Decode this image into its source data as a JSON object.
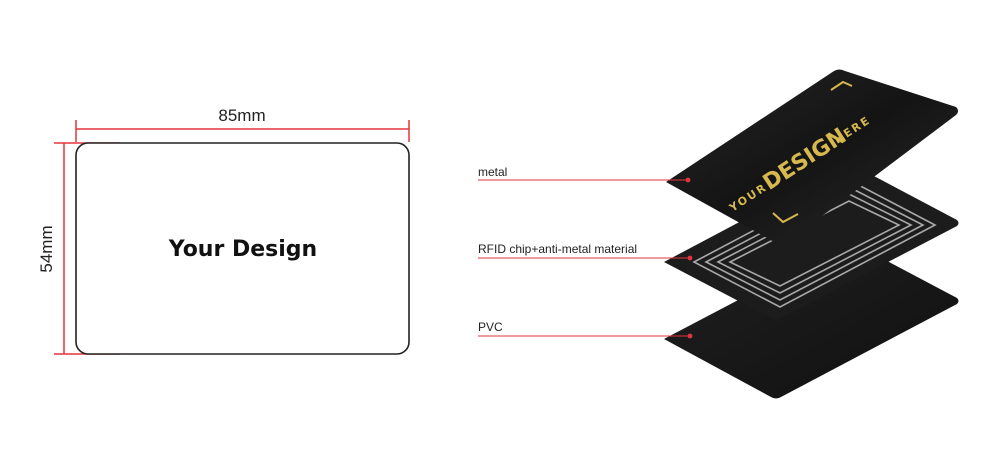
{
  "card_front": {
    "width_label": "85mm",
    "height_label": "54mm",
    "title": "Your Design"
  },
  "layers": {
    "metal_label": "metal",
    "rfid_label": "RFID chip+anti-metal material",
    "pvc_label": "PVC"
  },
  "metal_card_text": {
    "your": "YOUR",
    "design": "DESIGN",
    "here": "HERE"
  },
  "colors": {
    "dimension_line": "#e5333d",
    "card_black": "#1b1b1b",
    "gold": "#d6b84e"
  }
}
